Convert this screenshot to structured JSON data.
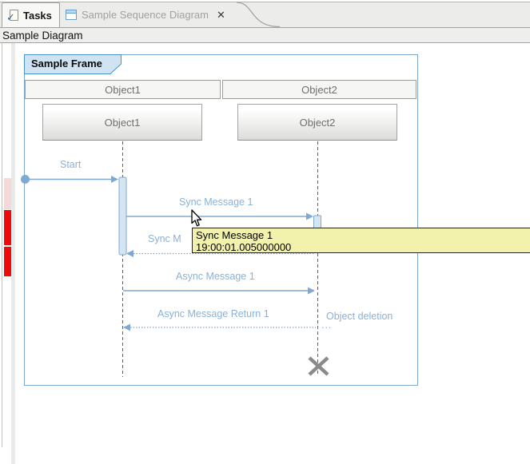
{
  "window": {
    "tabs": [
      {
        "label": "Tasks",
        "active": true
      },
      {
        "label": "Sample Sequence Diagram",
        "active": false
      }
    ],
    "view_title": "Sample Diagram"
  },
  "icons": {
    "close": "✕",
    "tasks_check": "✓"
  },
  "diagram": {
    "frame_title": "Sample Frame",
    "objects": [
      {
        "name": "Object1"
      },
      {
        "name": "Object2"
      }
    ],
    "labels": {
      "start": "Start",
      "sync1": "Sync Message 1",
      "sync2_partial": "Sync M",
      "async1": "Async Message 1",
      "async_return1": "Async Message Return 1",
      "object_deletion": "Object deletion",
      "ellipsis": "..."
    }
  },
  "tooltip": {
    "title": "Sync Message 1",
    "timestamp": "19:00:01.005000000"
  },
  "colors": {
    "message_line": "#7fa9d0",
    "message_label": "#8ab1d6",
    "activation_fill": "#d4e6f4",
    "tooltip_bg": "#f2f2ad",
    "marker_red": "#ee0b0b",
    "marker_pink": "#f7d8d8",
    "frame_border": "#7faacf",
    "frame_label_fill": "#cfe3f3"
  }
}
